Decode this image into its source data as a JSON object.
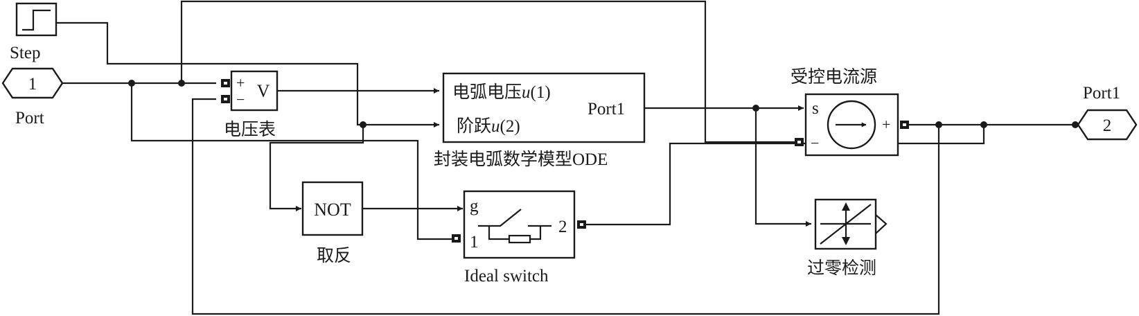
{
  "blocks": {
    "step": {
      "label": "Step"
    },
    "port_in": {
      "number": "1",
      "label": "Port"
    },
    "port_out": {
      "number": "2",
      "label": "Port1"
    },
    "voltmeter": {
      "plus": "+",
      "minus": "−",
      "v": "V",
      "label": "电压表"
    },
    "arc_model": {
      "in1_text": "电弧电压",
      "in1_var": "u",
      "in1_idx": "(1)",
      "in2_text": "阶跃",
      "in2_var": "u",
      "in2_idx": "(2)",
      "out": "Port1",
      "label": "封装电弧数学模型ODE"
    },
    "not_gate": {
      "text": "NOT",
      "label": "取反"
    },
    "ideal_switch": {
      "g": "g",
      "in1": "1",
      "in2": "2",
      "label": "Ideal switch"
    },
    "ccs": {
      "s": "s",
      "minus": "−",
      "plus": "+",
      "label": "受控电流源"
    },
    "zero_cross": {
      "label": "过零检测"
    }
  }
}
